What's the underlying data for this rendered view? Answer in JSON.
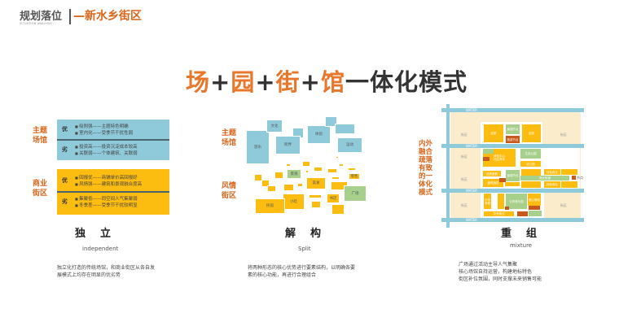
{
  "header": {
    "title": "规划落位",
    "subtitle": "SITUATION ANALYSIS",
    "project": "—新水乡街区"
  },
  "main_title": {
    "p1": "场",
    "plus": "+",
    "p2": "园",
    "p3": "街",
    "p4": "馆",
    "rest": "一体化模式"
  },
  "independent": {
    "label_theme": "主题场馆",
    "label_commerce": "商业街区",
    "theme": {
      "good_mark": "优",
      "good": [
        "吸附强——主题特色明确",
        "室内化——受季节干扰性弱"
      ],
      "bad_mark": "劣",
      "bad": [
        "投资高——投资沉淀成本较高",
        "关联弱——个体建筑、关联弱"
      ]
    },
    "commerce": {
      "good_mark": "优",
      "good": [
        "回报优——商铺单价高回报好",
        "风情强——建筑和景观融合度高"
      ],
      "bad_mark": "劣",
      "bad": [
        "集聚低——同空间人气集聚弱",
        "冬季差——受季节干扰较明显"
      ]
    },
    "title": "独立",
    "en": "independent",
    "desc": [
      "独立化打造的传统场馆，和商业街区从各自发",
      "展模式上均存在明显的优劣势"
    ]
  },
  "split": {
    "label_theme": "主题场馆",
    "label_street": "风情街区",
    "blocks": {
      "culture": "文化",
      "play": "游乐",
      "cross": "跨界",
      "exp": "体验",
      "sport": "运动",
      "view": "景观",
      "food": "美食",
      "retail": "零售",
      "plaza": "广场",
      "snack": "小吃",
      "book": "书店",
      "inn": "民宿"
    },
    "title": "解构",
    "en": "Split",
    "desc": [
      "将两种形态的核心优势进行要素结构，以明确各要",
      "素的核心功能，再进行合理组合"
    ]
  },
  "mixture": {
    "label": "内外融合疏落有致的一体化模式",
    "water": "WATER",
    "block": "街区",
    "cells": {
      "quality": "品质",
      "view_node": "景观节点",
      "travel_node": "旅游节点",
      "exp_center": "体验中心",
      "community": "社区养老",
      "eco_park": "生态公园",
      "kinder": "幼儿园",
      "quality_holiday": "品质度假",
      "hotel": "度假酒店",
      "feature": "特色商业",
      "street": "商业街道",
      "china_mall": "中华商城",
      "music": "中央音乐园",
      "love": "爱心驿站",
      "central": "中央商业",
      "node": "节点"
    },
    "title": "重组",
    "en": "mixture",
    "desc": [
      "广场通过活动主导人气集聚",
      "核心场馆自持运营，构建地标特色",
      "街区补位氛围，同时支撑未来销售可能"
    ]
  },
  "colors": {
    "accent": "#e8762b",
    "blue": "#8fcadb",
    "yellow": "#fdbd10",
    "green": "#a8d08d",
    "beige": "#fbeccb"
  }
}
